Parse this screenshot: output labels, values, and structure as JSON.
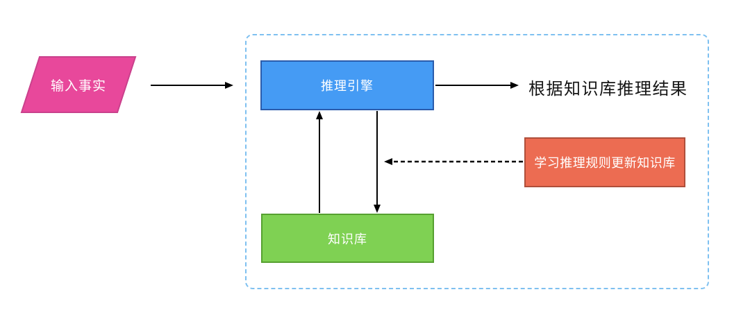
{
  "diagram": {
    "type": "flowchart",
    "nodes": {
      "input_fact": {
        "label": "输入事实",
        "shape": "parallelogram",
        "fill": "#e8489b",
        "border_color": "#c9418c",
        "text_color": "#ffffff"
      },
      "inference_engine": {
        "label": "推理引擎",
        "shape": "rectangle",
        "fill": "#459bf4",
        "border_color": "#2a5cac",
        "text_color": "#ffffff"
      },
      "knowledge_base": {
        "label": "知识库",
        "shape": "rectangle",
        "fill": "#7fd153",
        "border_color": "#56a030",
        "text_color": "#ffffff"
      },
      "learning_rule": {
        "label": "学习推理规则更新知识库",
        "shape": "rectangle",
        "fill": "#ec6c52",
        "border_color": "#af4f3b",
        "text_color": "#ffffff"
      }
    },
    "annotations": {
      "result_text": "根据知识库推理结果"
    },
    "edges": [
      {
        "from": "input_fact",
        "to": "inference_engine",
        "style": "solid",
        "direction": "right"
      },
      {
        "from": "inference_engine",
        "to": "result_text",
        "style": "solid",
        "direction": "right"
      },
      {
        "from": "knowledge_base",
        "to": "inference_engine",
        "style": "solid",
        "direction": "up"
      },
      {
        "from": "inference_engine",
        "to": "knowledge_base",
        "style": "solid",
        "direction": "down"
      },
      {
        "from": "learning_rule",
        "to": "engine_kb_link",
        "style": "dashed",
        "direction": "left"
      }
    ],
    "boundary": {
      "style": "dashed",
      "color": "#7ec0f0",
      "encloses": [
        "inference_engine",
        "knowledge_base"
      ]
    },
    "colors": {
      "arrow": "#000000",
      "background": "#ffffff"
    }
  }
}
